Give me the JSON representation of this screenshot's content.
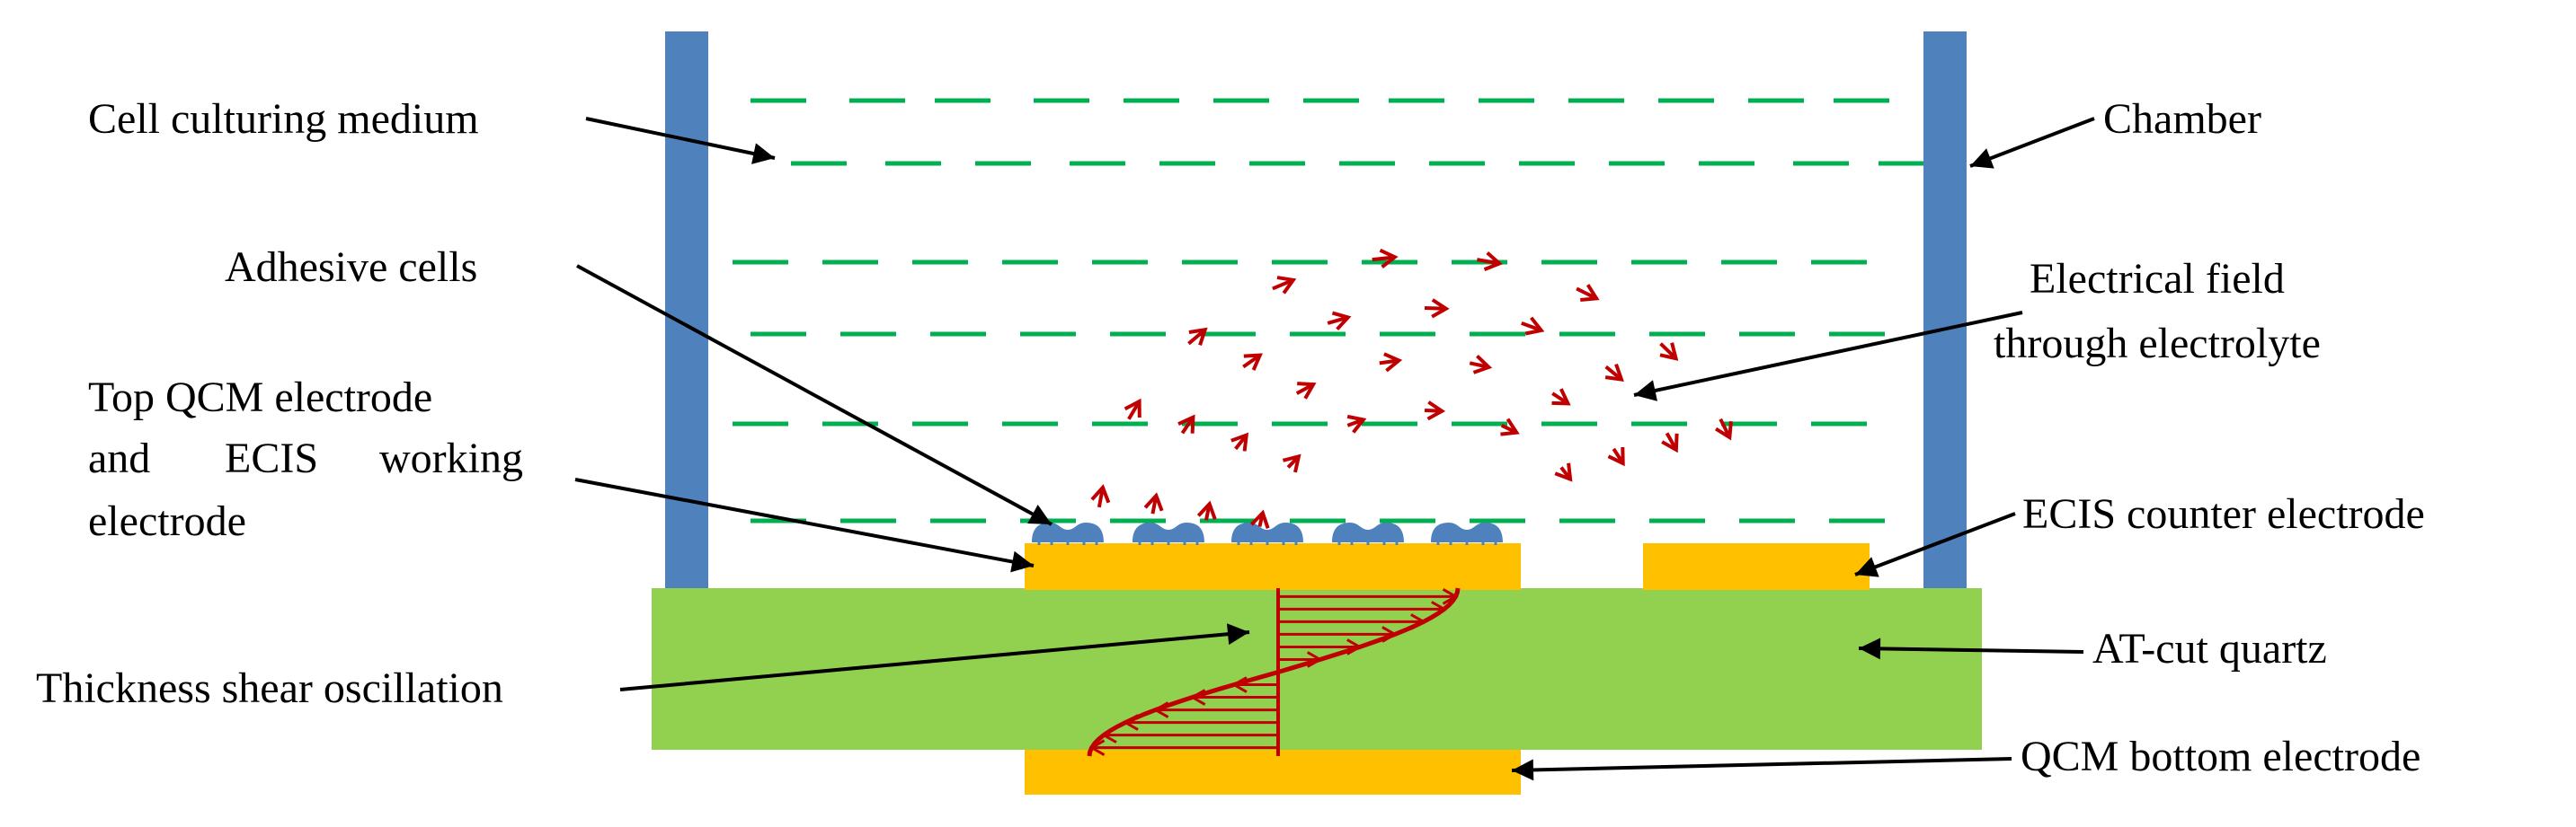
{
  "colors": {
    "chamber_wall": "#4F81BD",
    "medium_dash": "#00B050",
    "electrode": "#FFC000",
    "quartz": "#92D050",
    "field_arrow": "#C00000",
    "shear_line": "#C00000",
    "cell": "#4F81BD",
    "label_arrow": "#000000"
  },
  "labels": {
    "cell_culturing_medium": "Cell culturing medium",
    "chamber": "Chamber",
    "adhesive_cells": "Adhesive cells",
    "electrical_field_line1": "Electrical field",
    "electrical_field_line2": "through electrolyte",
    "top_electrode_line1": "Top QCM electrode",
    "top_electrode_line2a": "and",
    "top_electrode_line2b": "ECIS",
    "top_electrode_line2c": "working",
    "top_electrode_line3": "electrode",
    "counter_electrode": "ECIS counter electrode",
    "quartz": "AT-cut quartz",
    "thickness_shear": "Thickness shear oscillation",
    "bottom_electrode": "QCM bottom electrode"
  },
  "icons": {
    "field_arrow": "arrow-icon",
    "cell": "cell-icon"
  }
}
